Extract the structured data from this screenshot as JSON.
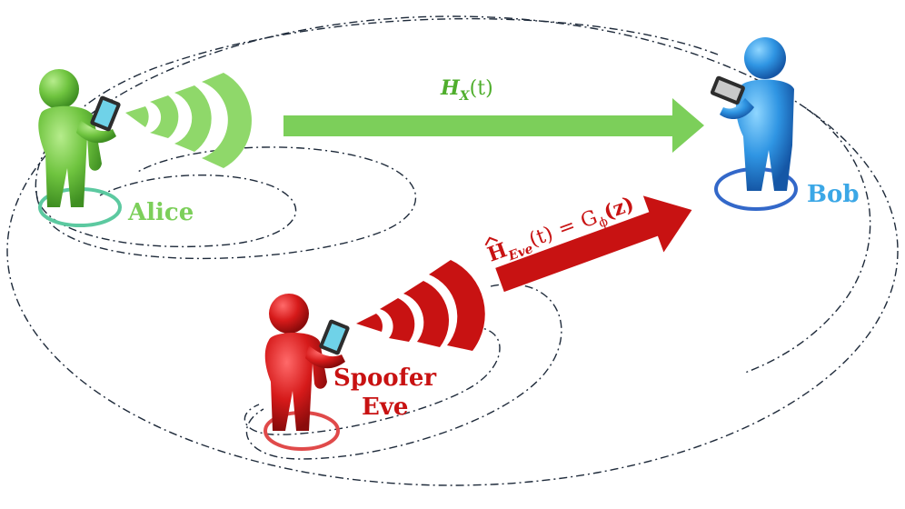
{
  "nodes": {
    "alice": {
      "label": "Alice",
      "color": "#7ccf5a"
    },
    "bob": {
      "label": "Bob",
      "color": "#3ba7e6"
    },
    "eve": {
      "label_line1": "Spoofer",
      "label_line2": "Eve",
      "color": "#c81212"
    }
  },
  "links": {
    "legit": {
      "symbol": "H",
      "subscript": "X",
      "argument": "(t)",
      "color": "#7ccf5a"
    },
    "spoof": {
      "hat_symbol": "H",
      "subscript": "Eve",
      "lhs_argument": "(t)",
      "equals": "=",
      "generator": "G",
      "generator_subscript": "ϕ",
      "rhs_argument": "(z)",
      "color": "#c81212"
    }
  },
  "colors": {
    "outline": "#1e2a3a",
    "alice_dark": "#4f9e2d",
    "bob_dark": "#1f74c8",
    "eve_dark": "#8e0d0d",
    "phone": "#2d2d2d",
    "screen": "#6fd2e8"
  }
}
